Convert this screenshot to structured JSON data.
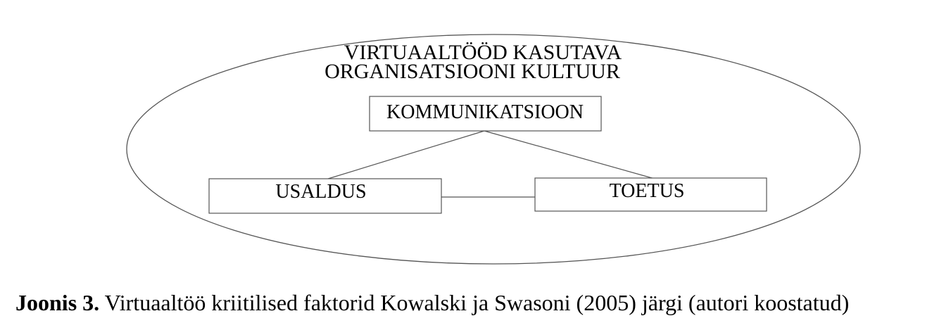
{
  "diagram": {
    "container_title_line1": "VIRTUAALTÖÖD KASUTAVA",
    "container_title_line2": "ORGANISATSIOONI KULTUUR",
    "nodes": {
      "communication": "KOMMUNIKATSIOON",
      "trust": "USALDUS",
      "support": "TOETUS"
    },
    "colors": {
      "stroke": "#555555",
      "text": "#000000",
      "background": "#ffffff"
    }
  },
  "caption": {
    "label": "Joonis 3.",
    "text": " Virtuaaltöö kriitilised faktorid Kowalski ja Swasoni (2005) järgi (autori koostatud)"
  }
}
